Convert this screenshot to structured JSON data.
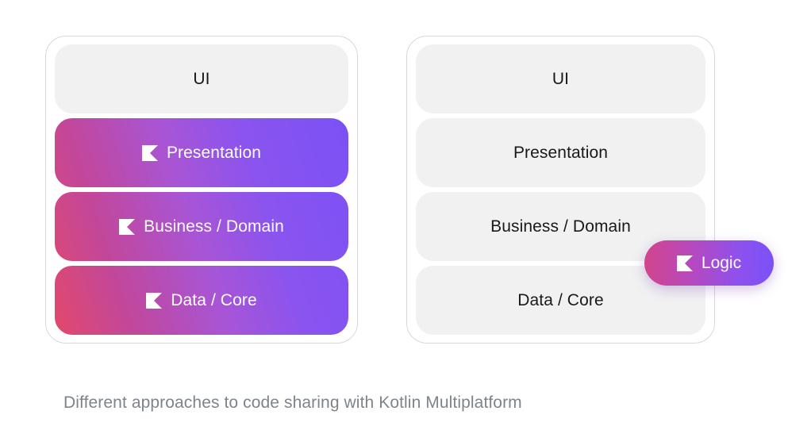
{
  "caption": "Different approaches to code sharing with Kotlin Multiplatform",
  "colors": {
    "gradient_start": "#e2496b",
    "gradient_mid": "#a855d6",
    "gradient_end": "#7b51f5",
    "row_plain_bg": "#f1f1f1",
    "panel_border": "#d8d8da",
    "caption_text": "#7d848b",
    "label_text": "#19191c",
    "label_text_light": "#ffffff"
  },
  "panels": [
    {
      "name": "shared-logic-and-presentation",
      "rows": [
        {
          "label": "UI",
          "shared": false,
          "icon": null
        },
        {
          "label": "Presentation",
          "shared": true,
          "icon": "kotlin-icon"
        },
        {
          "label": "Business / Domain",
          "shared": true,
          "icon": "kotlin-icon"
        },
        {
          "label": "Data / Core",
          "shared": true,
          "icon": "kotlin-icon"
        }
      ]
    },
    {
      "name": "shared-logic-only",
      "rows": [
        {
          "label": "UI",
          "shared": false,
          "icon": null
        },
        {
          "label": "Presentation",
          "shared": false,
          "icon": null
        },
        {
          "label": "Business / Domain",
          "shared": false,
          "icon": null
        },
        {
          "label": "Data / Core",
          "shared": false,
          "icon": null
        }
      ],
      "badge": {
        "label": "Logic",
        "icon": "kotlin-icon"
      }
    }
  ]
}
